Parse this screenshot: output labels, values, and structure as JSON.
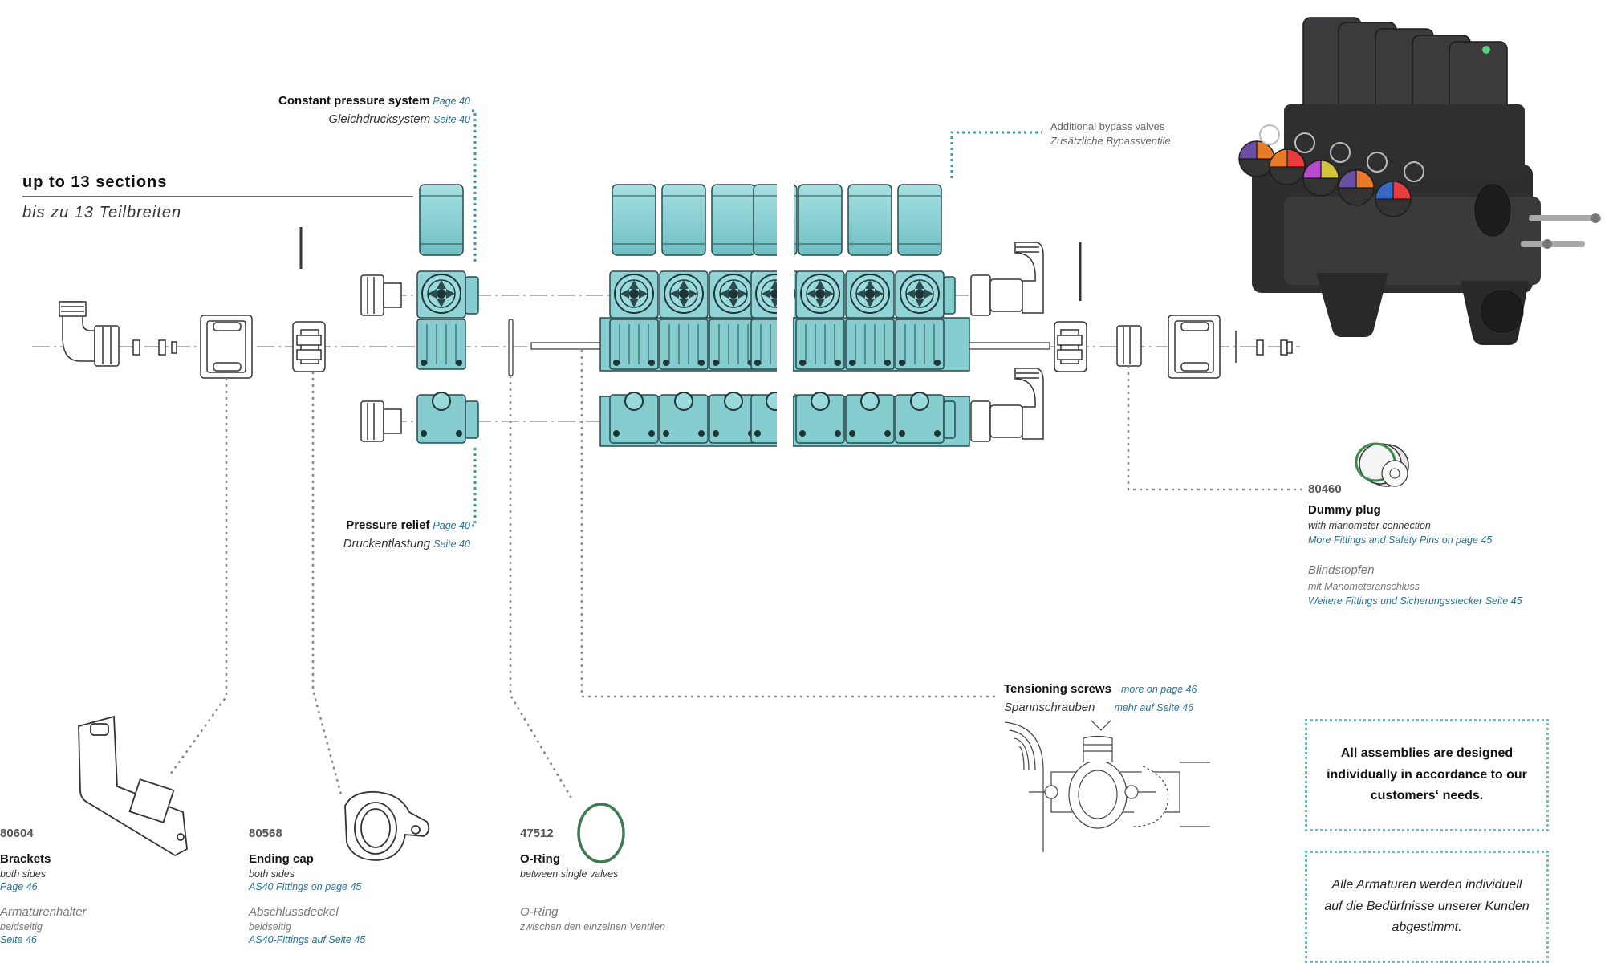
{
  "heading": {
    "en": "up to 13 sections",
    "de": "bis zu 13 Teilbreiten"
  },
  "constant_pressure": {
    "en": "Constant pressure system",
    "en_link": "Page 40",
    "de": "Gleichdrucksystem",
    "de_link": "Seite 40"
  },
  "pressure_relief": {
    "en": "Pressure relief",
    "en_link": "Page 40",
    "de": "Druckentlastung",
    "de_link": "Seite 40"
  },
  "bypass": {
    "en": "Additional bypass valves",
    "de": "Zusätzliche Bypassventile"
  },
  "dummy_plug": {
    "number": "80460",
    "name": "Dummy plug",
    "sub": "with manometer connection",
    "link": "More Fittings and Safety Pins on page 45",
    "de_name": "Blindstopfen",
    "de_sub": "mit Manometeranschluss",
    "de_link": "Weitere Fittings und Sicherungsstecker Seite 45"
  },
  "tensioning": {
    "en": "Tensioning screws",
    "en_link": "more on page 46",
    "de": "Spannschrauben",
    "de_link": "mehr auf Seite 46"
  },
  "brackets": {
    "number": "80604",
    "name": "Brackets",
    "sub": "both sides",
    "link": "Page 46",
    "de_name": "Armaturenhalter",
    "de_sub": "beidseitig",
    "de_link": "Seite 46"
  },
  "ending_cap": {
    "number": "80568",
    "name": "Ending cap",
    "sub": "both sides",
    "link": "AS40 Fittings on page 45",
    "de_name": "Abschlussdeckel",
    "de_sub": "beidseitig",
    "de_link": "AS40-Fittings auf Seite 45"
  },
  "oring": {
    "number": "47512",
    "name": "O-Ring",
    "sub": "between single valves",
    "de_name": "O-Ring",
    "de_sub": "zwischen den einzelnen Ventilen"
  },
  "note_en": "All assemblies are designed individually in accordance to our customers‘ needs.",
  "note_de": "Alle Armaturen werden individuell auf die Bedürfnisse unserer Kunden abgestimmt.",
  "colors": {
    "valve": "#8fd3d6",
    "valve_stroke": "#2c4a4d",
    "dotted_teal": "#4fb8c4",
    "dotted_gray": "#888888",
    "link": "#2a6f8f"
  }
}
